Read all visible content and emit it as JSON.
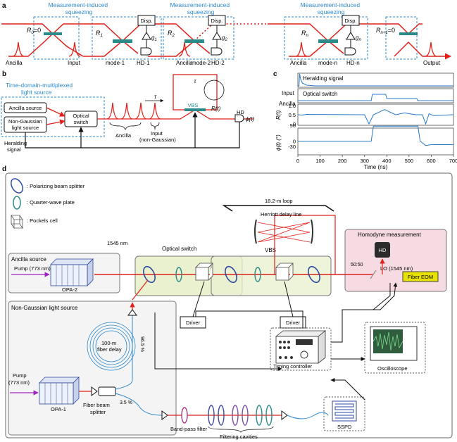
{
  "colors": {
    "beam": "#e0201b",
    "blue_label": "#2e8ad1",
    "teal": "#2a8a8a",
    "trace": "#2878c8",
    "green_box": "#e9f1cf",
    "pink_box": "#f6dce2",
    "gray_box": "#f4f4f4",
    "eom": "#e8e200"
  },
  "panel_a": {
    "letter": "a",
    "section_label": "Measurement-induced\nsqueezing",
    "ancilla": "Ancilla",
    "input": "Input",
    "output": "Output",
    "disp": "Disp.",
    "r0": "R",
    "r0_sub": "0",
    "r0_eq": "=0",
    "r1": "R",
    "r1_sub": "1",
    "r2": "R",
    "r2_sub": "2",
    "rn": "R",
    "rn_sub": "n",
    "rn1": "R",
    "rn1_sub": "n+1",
    "rn1_eq": "=0",
    "g1": "g",
    "g1_sub": "1",
    "g2": "g",
    "g2_sub": "2",
    "gn": "g",
    "gn_sub": "n",
    "mode1": "mode-1",
    "mode2": "mode-2",
    "moden": "mode-n",
    "hd1": "HD-1",
    "hd2": "HD-2",
    "hdn": "HD-n"
  },
  "panel_b": {
    "letter": "b",
    "tdm_title_1": "Time-domain-multiplexed",
    "tdm_title_2": "light source",
    "ancilla_source": "Ancilla source",
    "non_gaussian_1": "Non-Gaussian",
    "non_gaussian_2": "light source",
    "optical_switch_1": "Optical",
    "optical_switch_2": "switch",
    "heralding_1": "Heralding",
    "heralding_2": "signal",
    "ancilla": "Ancilla",
    "input_1": "Input",
    "input_2": "(non-Gaussian)",
    "tau": "τ",
    "vbs": "VBS",
    "r_t": "R(t)",
    "hd": "HD",
    "phi_t": "ϕ(t)"
  },
  "panel_c": {
    "letter": "c",
    "row_labels": [
      "Heralding signal",
      "Optical switch",
      "",
      ""
    ],
    "side_input": "Input",
    "side_ancilla": "Ancilla",
    "r_ylabel": "R(t)",
    "phi_ylabel": "ϕ(t) (°)",
    "r_ticks": [
      "1.0",
      "0.5",
      "0"
    ],
    "phi_ticks": [
      "90",
      "0",
      "-30"
    ],
    "x_ticks": [
      "0",
      "100",
      "200",
      "300",
      "400",
      "500",
      "600",
      "700"
    ],
    "xlabel": "Time (ns)"
  },
  "panel_d": {
    "letter": "d",
    "legend_pbs": ": Polarizing beam splitter",
    "legend_qwp": ": Quarter-wave plate",
    "legend_pockels": ": Pockels cell",
    "wavelength_1545": "1545 nm",
    "ancilla_source": "Ancilla source",
    "pump_773": "Pump (773 nm)",
    "opa2": "OPA-2",
    "optical_switch": "Optical switch",
    "vbs": "VBS",
    "loop": "18.2-m loop",
    "herriott": "Herriott delay line",
    "homodyne": "Homodyne measurement",
    "hd": "HD",
    "ratio": "50:50",
    "lo": "LO (1545 nm)",
    "fiber_eom": "Fiber EOM",
    "driver_1": "Driver",
    "driver_2": "Driver",
    "non_gaussian_source": "Non-Gaussian light source",
    "fiber_delay_1": "100-m",
    "fiber_delay_2": "fiber delay",
    "pct_965": "96.5 %",
    "pct_35": "3.5 %",
    "pump_1": "Pump",
    "pump_2": "(773 nm)",
    "opa1": "OPA-1",
    "fiber_bs_1": "Fiber beam",
    "fiber_bs_2": "splitter",
    "bandpass": "Band-pass filter",
    "filtering": "Filtering cavities",
    "timing": "Timing controller",
    "oscilloscope": "Oscilloscope",
    "sspd": "SSPD"
  }
}
